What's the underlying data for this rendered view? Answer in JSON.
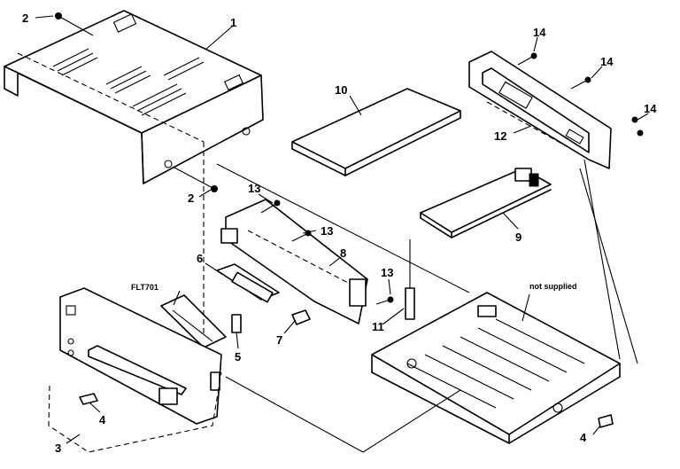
{
  "callouts": {
    "c1": "1",
    "c2a": "2",
    "c2b": "2",
    "c3": "3",
    "c4a": "4",
    "c4b": "4",
    "c5": "5",
    "c6": "6",
    "c7": "7",
    "c8": "8",
    "c9": "9",
    "c10": "10",
    "c11": "11",
    "c12": "12",
    "c13a": "13",
    "c13b": "13",
    "c13c": "13",
    "c14a": "14",
    "c14b": "14",
    "c14c": "14",
    "flt": "FLT701",
    "not_supplied": "not supplied"
  }
}
